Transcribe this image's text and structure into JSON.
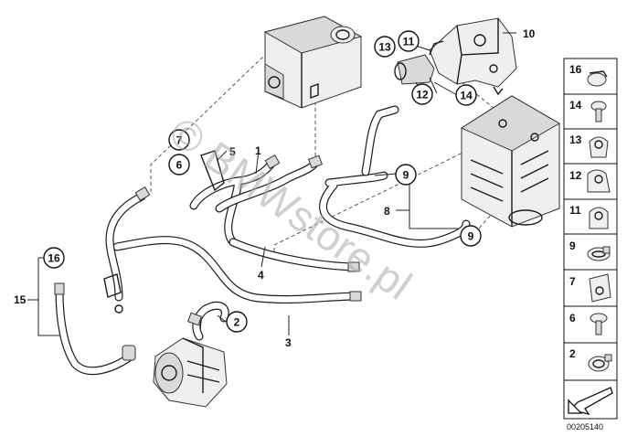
{
  "diagram": {
    "reference_number": "00205140",
    "watermark": "© BMWstore.pl",
    "callouts_circled": {
      "c2": "2",
      "c6": "6",
      "c7": "7",
      "c9a": "9",
      "c9b": "9",
      "c11": "11",
      "c12": "12",
      "c13": "13",
      "c14": "14",
      "c16": "16"
    },
    "labels_plain": {
      "l1": "1",
      "l3": "3",
      "l4": "4",
      "l5": "5",
      "l8": "8",
      "l10": "10",
      "l15": "15"
    },
    "legend": [
      {
        "number": "16",
        "part": "hose-clamp-spring"
      },
      {
        "number": "14",
        "part": "screw"
      },
      {
        "number": "13",
        "part": "holder-clip"
      },
      {
        "number": "12",
        "part": "holder-clip-double"
      },
      {
        "number": "11",
        "part": "holder-clip"
      },
      {
        "number": "9",
        "part": "hose-clamp"
      },
      {
        "number": "7",
        "part": "holder"
      },
      {
        "number": "6",
        "part": "screw-collar"
      },
      {
        "number": "2",
        "part": "hose-clamp"
      }
    ]
  }
}
